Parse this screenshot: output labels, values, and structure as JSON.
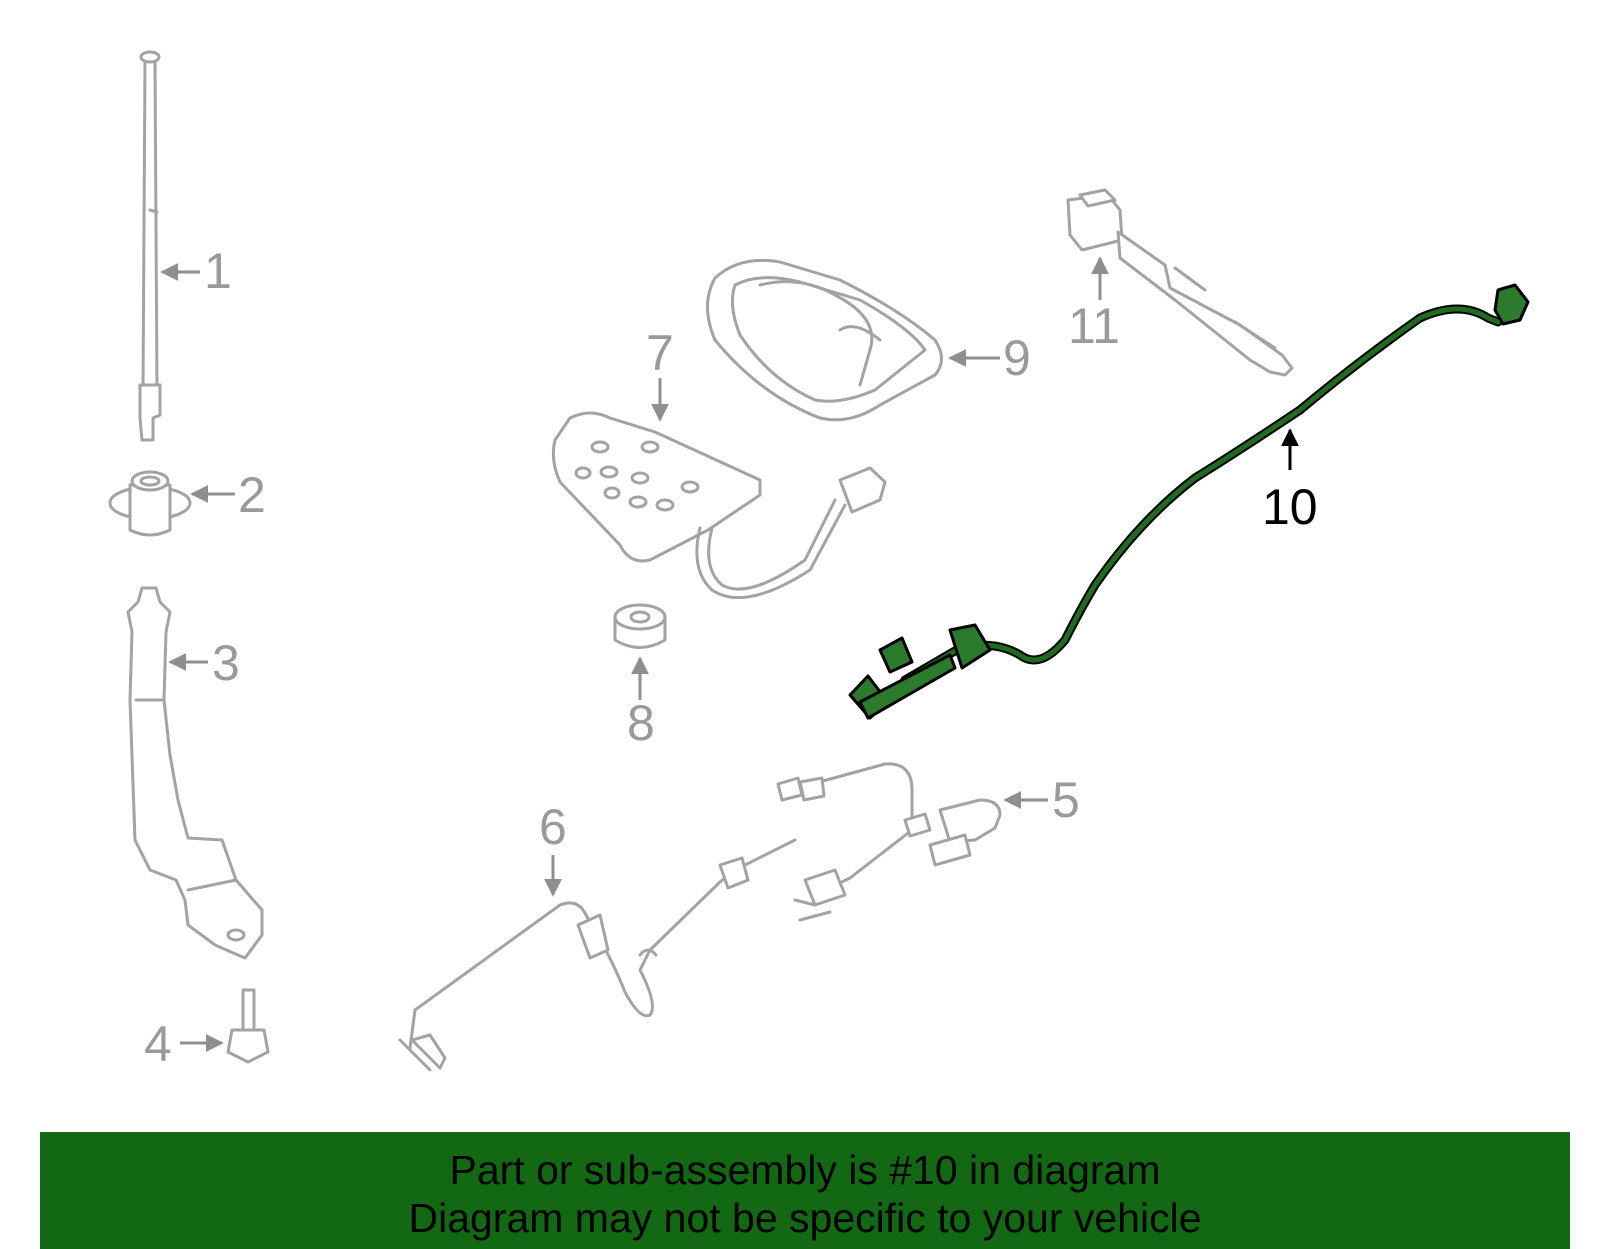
{
  "diagram": {
    "callouts": [
      "1",
      "2",
      "3",
      "4",
      "5",
      "6",
      "7",
      "8",
      "9",
      "10",
      "11"
    ],
    "highlighted_part": "10",
    "colors": {
      "part_stroke": "#a3a3a3",
      "highlight": "#1f6b1f",
      "banner": "#136813"
    }
  },
  "banner": {
    "line1": "Part or sub-assembly is #10 in diagram",
    "line2": "Diagram may not be specific to your vehicle"
  }
}
